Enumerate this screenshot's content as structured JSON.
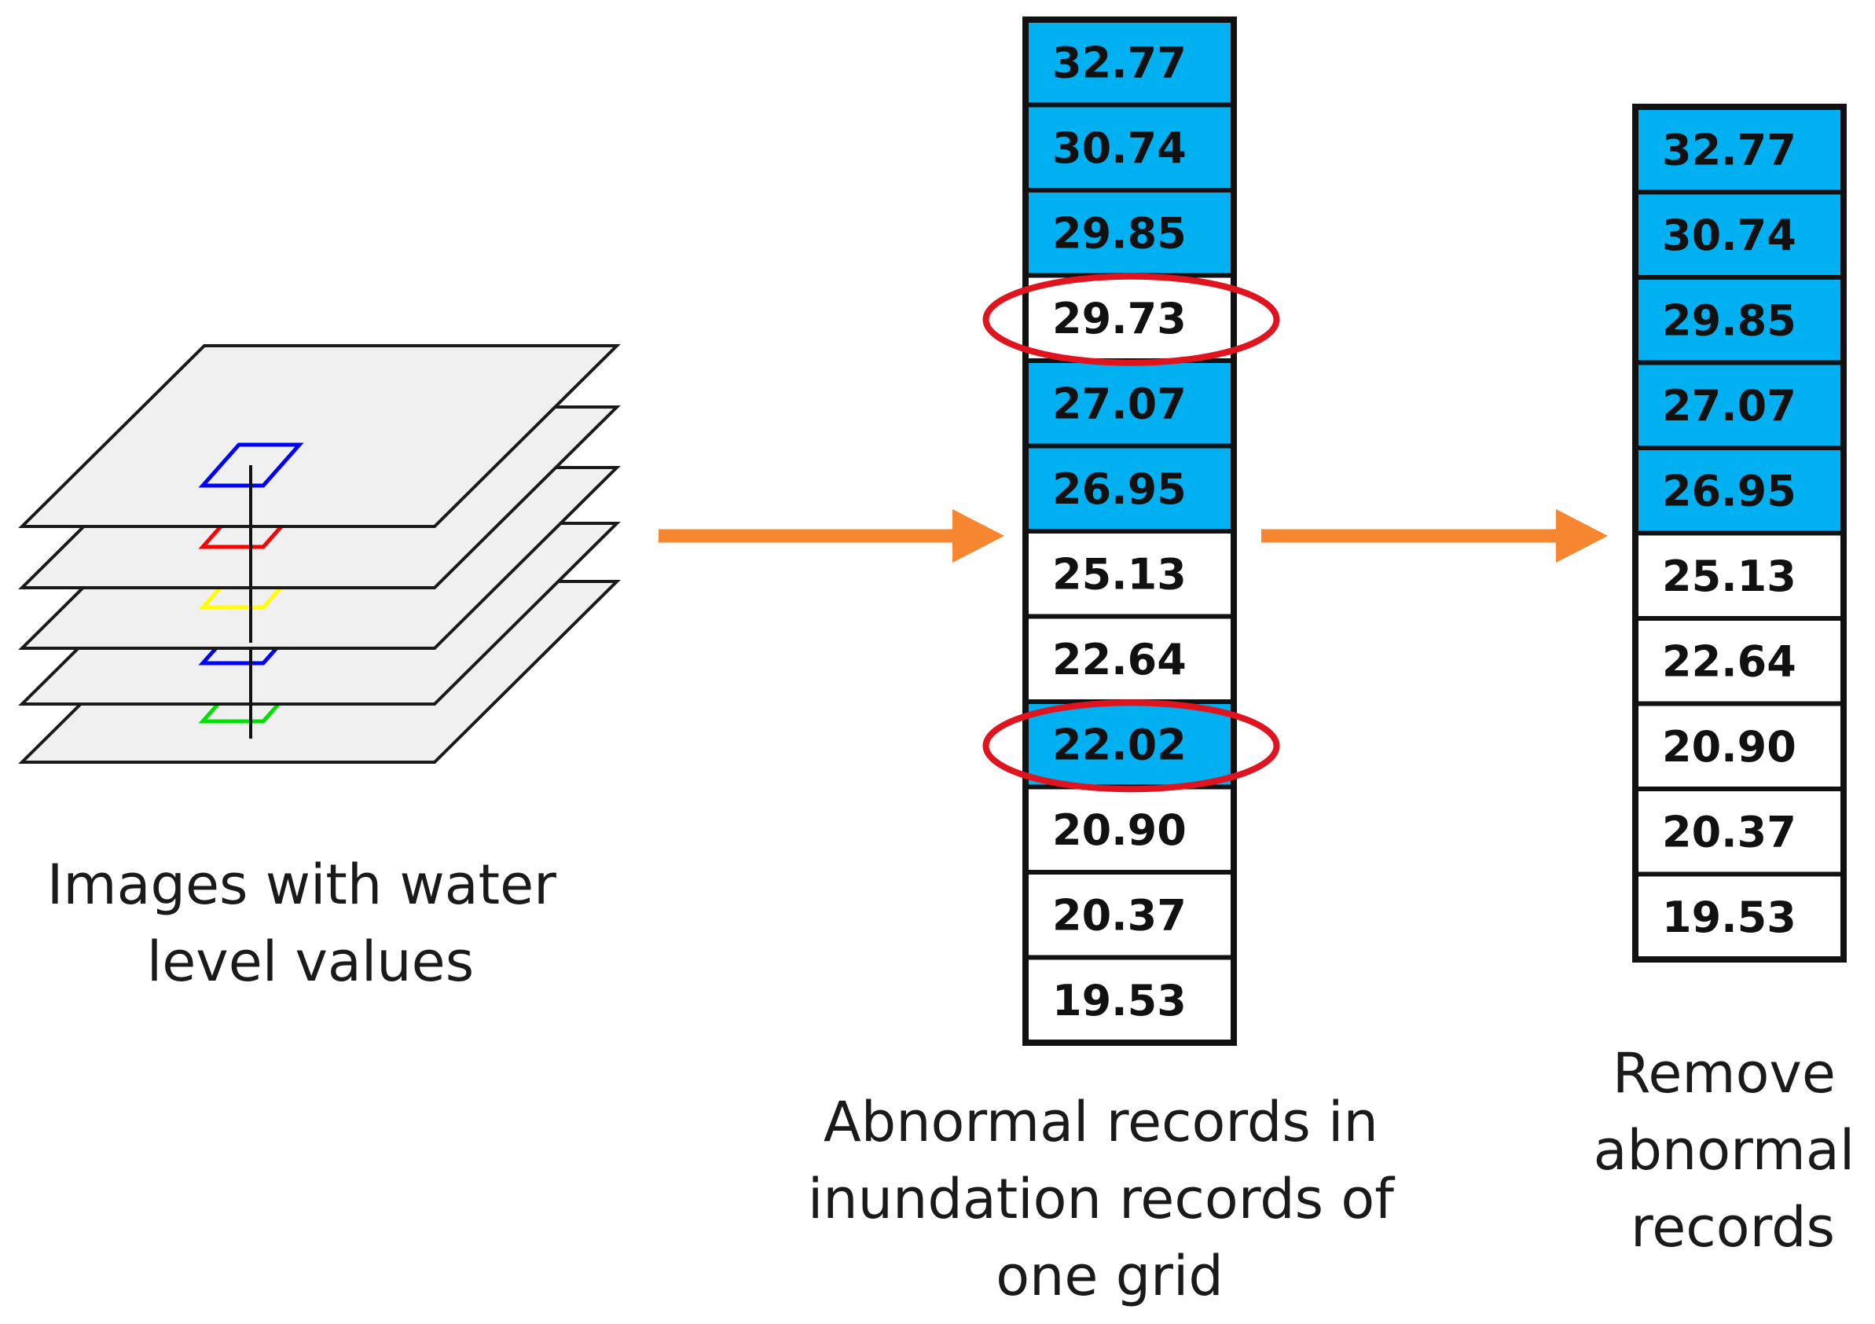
{
  "colors": {
    "highlight_fill": "#00b0f0",
    "plain_fill": "#ffffff",
    "cell_border": "#111111",
    "arrow": "#f6862f",
    "abnormal_marker": "#e0141e",
    "layer_fill": "#f0f0f0",
    "layer_outline": "#1a1a1a"
  },
  "layer_markers": [
    {
      "color": "#0000ff"
    },
    {
      "color": "#ff0000"
    },
    {
      "color": "#ffff00"
    },
    {
      "color": "#0000ff"
    },
    {
      "color": "#00e000"
    }
  ],
  "captions": {
    "images": [
      "Images with water",
      "level values"
    ],
    "abnormal": [
      "Abnormal records in",
      "inundation records of",
      "one grid"
    ],
    "remove": [
      "Remove",
      "abnormal",
      "records"
    ]
  },
  "records_all": [
    {
      "value": "32.77",
      "highlighted": true,
      "abnormal": false
    },
    {
      "value": "30.74",
      "highlighted": true,
      "abnormal": false
    },
    {
      "value": "29.85",
      "highlighted": true,
      "abnormal": false
    },
    {
      "value": "29.73",
      "highlighted": false,
      "abnormal": true
    },
    {
      "value": "27.07",
      "highlighted": true,
      "abnormal": false
    },
    {
      "value": "26.95",
      "highlighted": true,
      "abnormal": false
    },
    {
      "value": "25.13",
      "highlighted": false,
      "abnormal": false
    },
    {
      "value": "22.64",
      "highlighted": false,
      "abnormal": false
    },
    {
      "value": "22.02",
      "highlighted": true,
      "abnormal": true
    },
    {
      "value": "20.90",
      "highlighted": false,
      "abnormal": false
    },
    {
      "value": "20.37",
      "highlighted": false,
      "abnormal": false
    },
    {
      "value": "19.53",
      "highlighted": false,
      "abnormal": false
    }
  ],
  "records_cleaned": [
    {
      "value": "32.77",
      "highlighted": true
    },
    {
      "value": "30.74",
      "highlighted": true
    },
    {
      "value": "29.85",
      "highlighted": true
    },
    {
      "value": "27.07",
      "highlighted": true
    },
    {
      "value": "26.95",
      "highlighted": true
    },
    {
      "value": "25.13",
      "highlighted": false
    },
    {
      "value": "22.64",
      "highlighted": false
    },
    {
      "value": "20.90",
      "highlighted": false
    },
    {
      "value": "20.37",
      "highlighted": false
    },
    {
      "value": "19.53",
      "highlighted": false
    }
  ]
}
